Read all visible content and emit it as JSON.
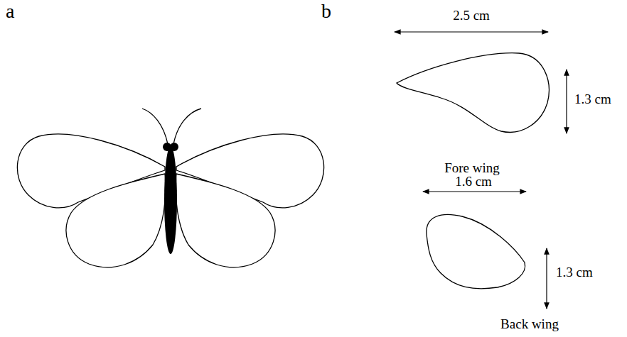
{
  "diagram": {
    "labels": [
      "a",
      "b",
      "2.5 cm",
      "1.3 cm",
      "Fore wing",
      "1.6 cm",
      "1.3 cm",
      "Back wing"
    ]
  }
}
